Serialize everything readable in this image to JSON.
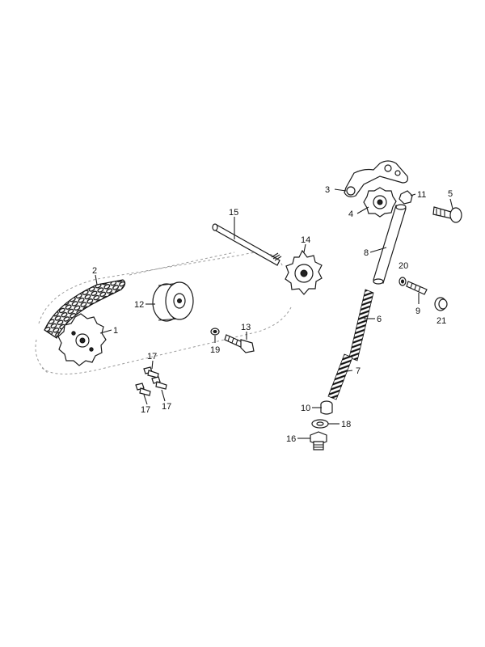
{
  "callouts": {
    "p1": "1",
    "p2": "2",
    "p3": "3",
    "p4": "4",
    "p5": "5",
    "p6": "6",
    "p7": "7",
    "p8": "8",
    "p9": "9",
    "p10": "10",
    "p11": "11",
    "p12": "12",
    "p13": "13",
    "p14": "14",
    "p15": "15",
    "p16": "16",
    "p17a": "17",
    "p17b": "17",
    "p17c": "17",
    "p18": "18",
    "p19": "19",
    "p20": "20",
    "p21": "21"
  }
}
